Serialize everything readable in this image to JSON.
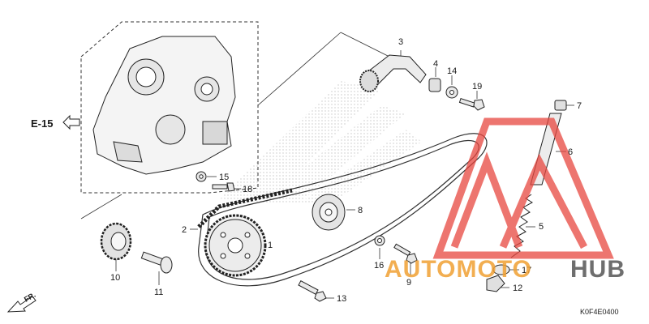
{
  "diagram": {
    "reference_label": "E-15",
    "direction_label": "FR.",
    "diagram_code": "K0F4E0400",
    "parts": [
      "1",
      "2",
      "3",
      "4",
      "5",
      "6",
      "7",
      "8",
      "9",
      "10",
      "11",
      "12",
      "13",
      "14",
      "15",
      "16",
      "17",
      "18",
      "19"
    ]
  },
  "watermark": {
    "brand_part1": "AUTOMOTO",
    "brand_part2": "HUB",
    "colors": {
      "accent": "#e8473f",
      "orange": "#f0a033",
      "gray": "#555555"
    }
  }
}
